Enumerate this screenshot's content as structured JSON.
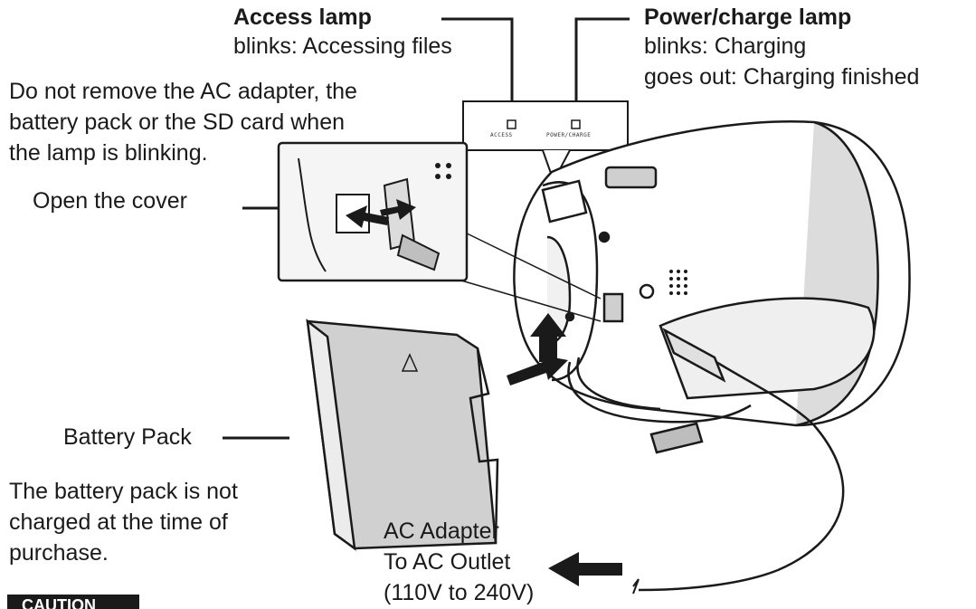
{
  "access_lamp": {
    "title": "Access lamp",
    "desc": "blinks: Accessing files"
  },
  "power_lamp": {
    "title": "Power/charge lamp",
    "line1": "blinks: Charging",
    "line2": "goes out: Charging finished"
  },
  "warning": {
    "line1": "Do not remove the AC adapter, the",
    "line2": "battery pack or the SD card when",
    "line3": "the lamp is blinking."
  },
  "cover_label": "Open the cover",
  "panel_labels": {
    "access": "ACCESS",
    "power": "POWER/CHARGE"
  },
  "battery": {
    "label": "Battery Pack",
    "note1": "The battery pack is not",
    "note2": "charged at the time of",
    "note3": "purchase."
  },
  "adapter": {
    "line1": "AC Adapter",
    "line2": "To AC Outlet",
    "line3": "(110V to 240V)"
  },
  "caution": "CAUTION",
  "colors": {
    "ink": "#1a1a1a",
    "shade": "#c9c9c9",
    "light": "#ececec"
  }
}
